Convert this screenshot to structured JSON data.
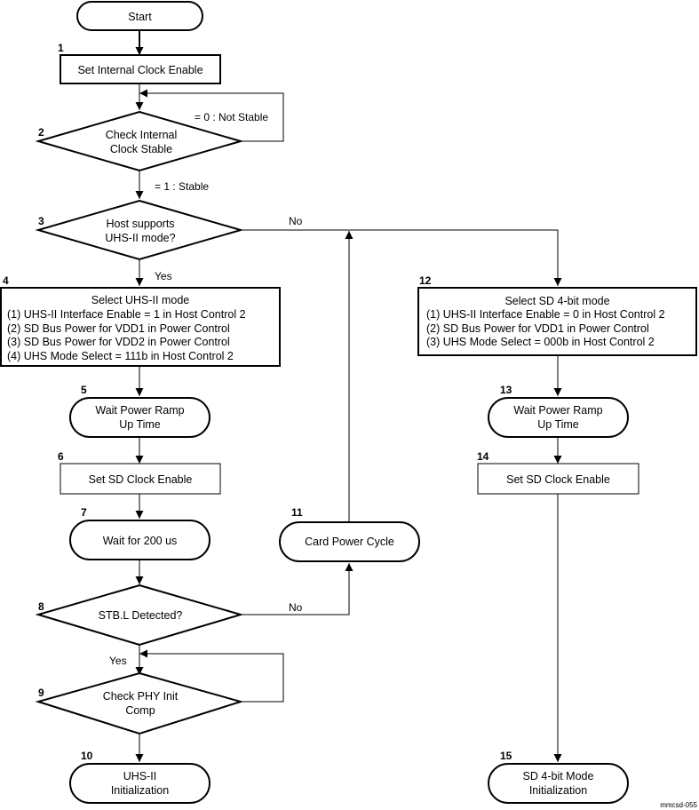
{
  "nodes": {
    "start": {
      "lines": [
        "Start"
      ]
    },
    "n1": {
      "step": "1",
      "lines": [
        "Set Internal Clock Enable"
      ]
    },
    "n2": {
      "step": "2",
      "lines": [
        "Check Internal",
        "Clock Stable"
      ]
    },
    "n3": {
      "step": "3",
      "lines": [
        "Host supports",
        "UHS-II mode?"
      ]
    },
    "n4": {
      "step": "4",
      "lines": [
        "Select UHS-II mode",
        "(1) UHS-II Interface Enable = 1 in Host Control 2",
        "(2) SD Bus Power for VDD1 in Power Control",
        "(3) SD Bus Power for VDD2 in Power Control",
        "(4) UHS Mode Select = 111b in Host Control 2"
      ]
    },
    "n5": {
      "step": "5",
      "lines": [
        "Wait Power Ramp",
        "Up Time"
      ]
    },
    "n6": {
      "step": "6",
      "lines": [
        "Set SD Clock Enable"
      ]
    },
    "n7": {
      "step": "7",
      "lines": [
        "Wait for 200 us"
      ]
    },
    "n8": {
      "step": "8",
      "lines": [
        "STB.L Detected?"
      ]
    },
    "n9": {
      "step": "9",
      "lines": [
        "Check PHY Init",
        "Comp"
      ]
    },
    "n10": {
      "step": "10",
      "lines": [
        "UHS-II",
        "Initialization"
      ]
    },
    "n11": {
      "step": "11",
      "lines": [
        "Card Power Cycle"
      ]
    },
    "n12": {
      "step": "12",
      "lines": [
        "Select SD 4-bit mode",
        "(1) UHS-II Interface Enable = 0 in Host Control 2",
        "(2) SD Bus Power for VDD1 in Power Control",
        "(3) UHS Mode Select = 000b in Host Control 2"
      ]
    },
    "n13": {
      "step": "13",
      "lines": [
        "Wait Power Ramp",
        "Up Time"
      ]
    },
    "n14": {
      "step": "14",
      "lines": [
        "Set SD Clock Enable"
      ]
    },
    "n15": {
      "step": "15",
      "lines": [
        "SD 4-bit Mode",
        "Initialization"
      ]
    }
  },
  "edge_labels": {
    "not_stable": "= 0 : Not Stable",
    "stable": "= 1 : Stable",
    "n3_no": "No",
    "n3_yes": "Yes",
    "n8_no": "No",
    "n8_yes": "Yes"
  },
  "footer": {
    "tag": "mmcsd-055"
  }
}
